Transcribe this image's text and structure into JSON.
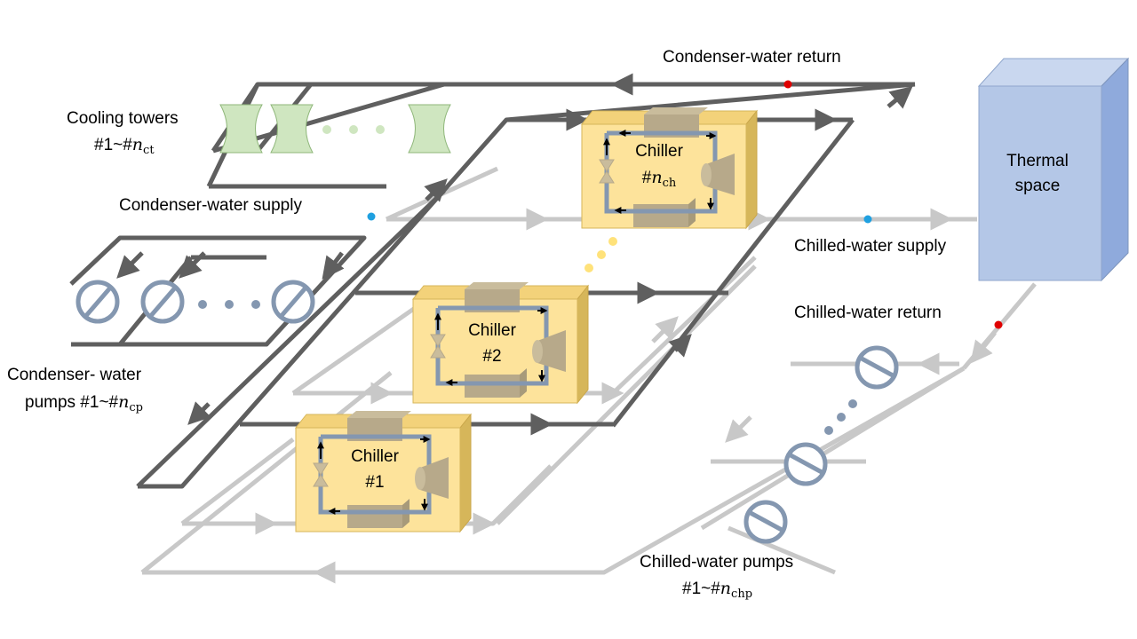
{
  "labels": {
    "condenser_water_return": "Condenser-water return",
    "condenser_water_supply": "Condenser-water supply",
    "cooling_towers_line1": "Cooling towers",
    "cooling_towers_line2_prefix": "#1~#",
    "cooling_towers_line2_var": "n",
    "cooling_towers_line2_sub": "ct",
    "condenser_pumps_line1": "Condenser- water",
    "condenser_pumps_line2_prefix": "pumps #1~#",
    "condenser_pumps_line2_var": "n",
    "condenser_pumps_line2_sub": "cp",
    "chilled_water_supply": "Chilled-water supply",
    "chilled_water_return": "Chilled-water return",
    "chilled_pumps_line1": "Chilled-water pumps",
    "chilled_pumps_line2_prefix": "#1~#",
    "chilled_pumps_line2_var": "n",
    "chilled_pumps_line2_sub": "chp",
    "thermal_space_line1": "Thermal",
    "thermal_space_line2": "space"
  },
  "chillers": [
    {
      "label": "Chiller",
      "number_prefix": "#",
      "number": "1",
      "var": "",
      "sub": ""
    },
    {
      "label": "Chiller",
      "number_prefix": "#",
      "number": "2",
      "var": "",
      "sub": ""
    },
    {
      "label": "Chiller",
      "number_prefix": "#",
      "number": "",
      "var": "n",
      "sub": "ch"
    }
  ],
  "colors": {
    "condenser_pipe": "#5f5f5f",
    "chilled_pipe": "#c8c8c8",
    "chiller_box": "#fde39b",
    "chiller_box_edge": "#d6b65a",
    "heat_exchanger": "#b7a98a",
    "cooling_tower": "#cfe6c0",
    "pump": "#8497b0",
    "thermal_space": "#b4c7e7",
    "hot_sensor": "#e00000",
    "cold_sensor": "#1fa0e0",
    "ellipsis_green": "#cfe6c0",
    "ellipsis_blue": "#8497b0",
    "ellipsis_yellow": "#ffe27a"
  }
}
